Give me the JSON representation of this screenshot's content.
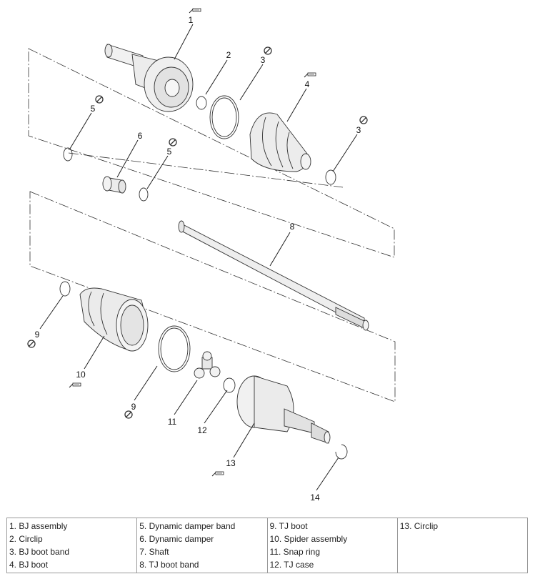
{
  "callouts": [
    {
      "num": "1"
    },
    {
      "num": "2"
    },
    {
      "num": "3"
    },
    {
      "num": "4"
    },
    {
      "num": "5"
    },
    {
      "num": "6"
    },
    {
      "num": "5"
    },
    {
      "num": "3"
    },
    {
      "num": "8"
    },
    {
      "num": "9"
    },
    {
      "num": "10"
    },
    {
      "num": "9"
    },
    {
      "num": "11"
    },
    {
      "num": "12"
    },
    {
      "num": "13"
    },
    {
      "num": "14"
    }
  ],
  "legend": {
    "columns": [
      [
        "1. BJ assembly",
        "2. Circlip",
        "3. BJ boot band",
        "4. BJ boot"
      ],
      [
        "5. Dynamic damper band",
        "6. Dynamic damper",
        "7. Shaft",
        "8. TJ boot band"
      ],
      [
        "9. TJ boot",
        "10. Spider assembly",
        "11. Snap ring",
        "12. TJ case"
      ],
      [
        "13. Circlip"
      ]
    ]
  }
}
